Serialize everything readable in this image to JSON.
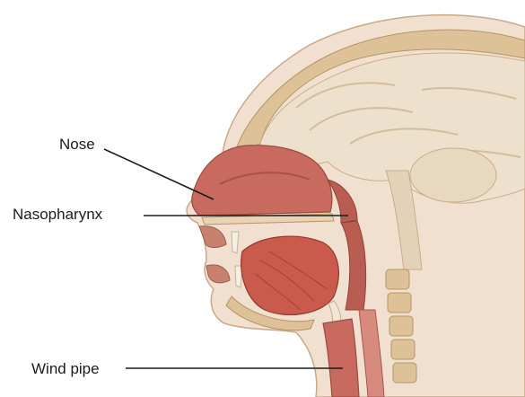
{
  "labels": {
    "nose": "Nose",
    "nasopharynx": "Nasopharynx",
    "wind_pipe": "Wind pipe"
  },
  "colors": {
    "skin": "#f1e0cf",
    "brain": "#ede0cd",
    "bone": "#dcc296",
    "cavity": "#c86a5f",
    "tongue": "#c95a4c",
    "leader_line": "#1c1c1c"
  }
}
